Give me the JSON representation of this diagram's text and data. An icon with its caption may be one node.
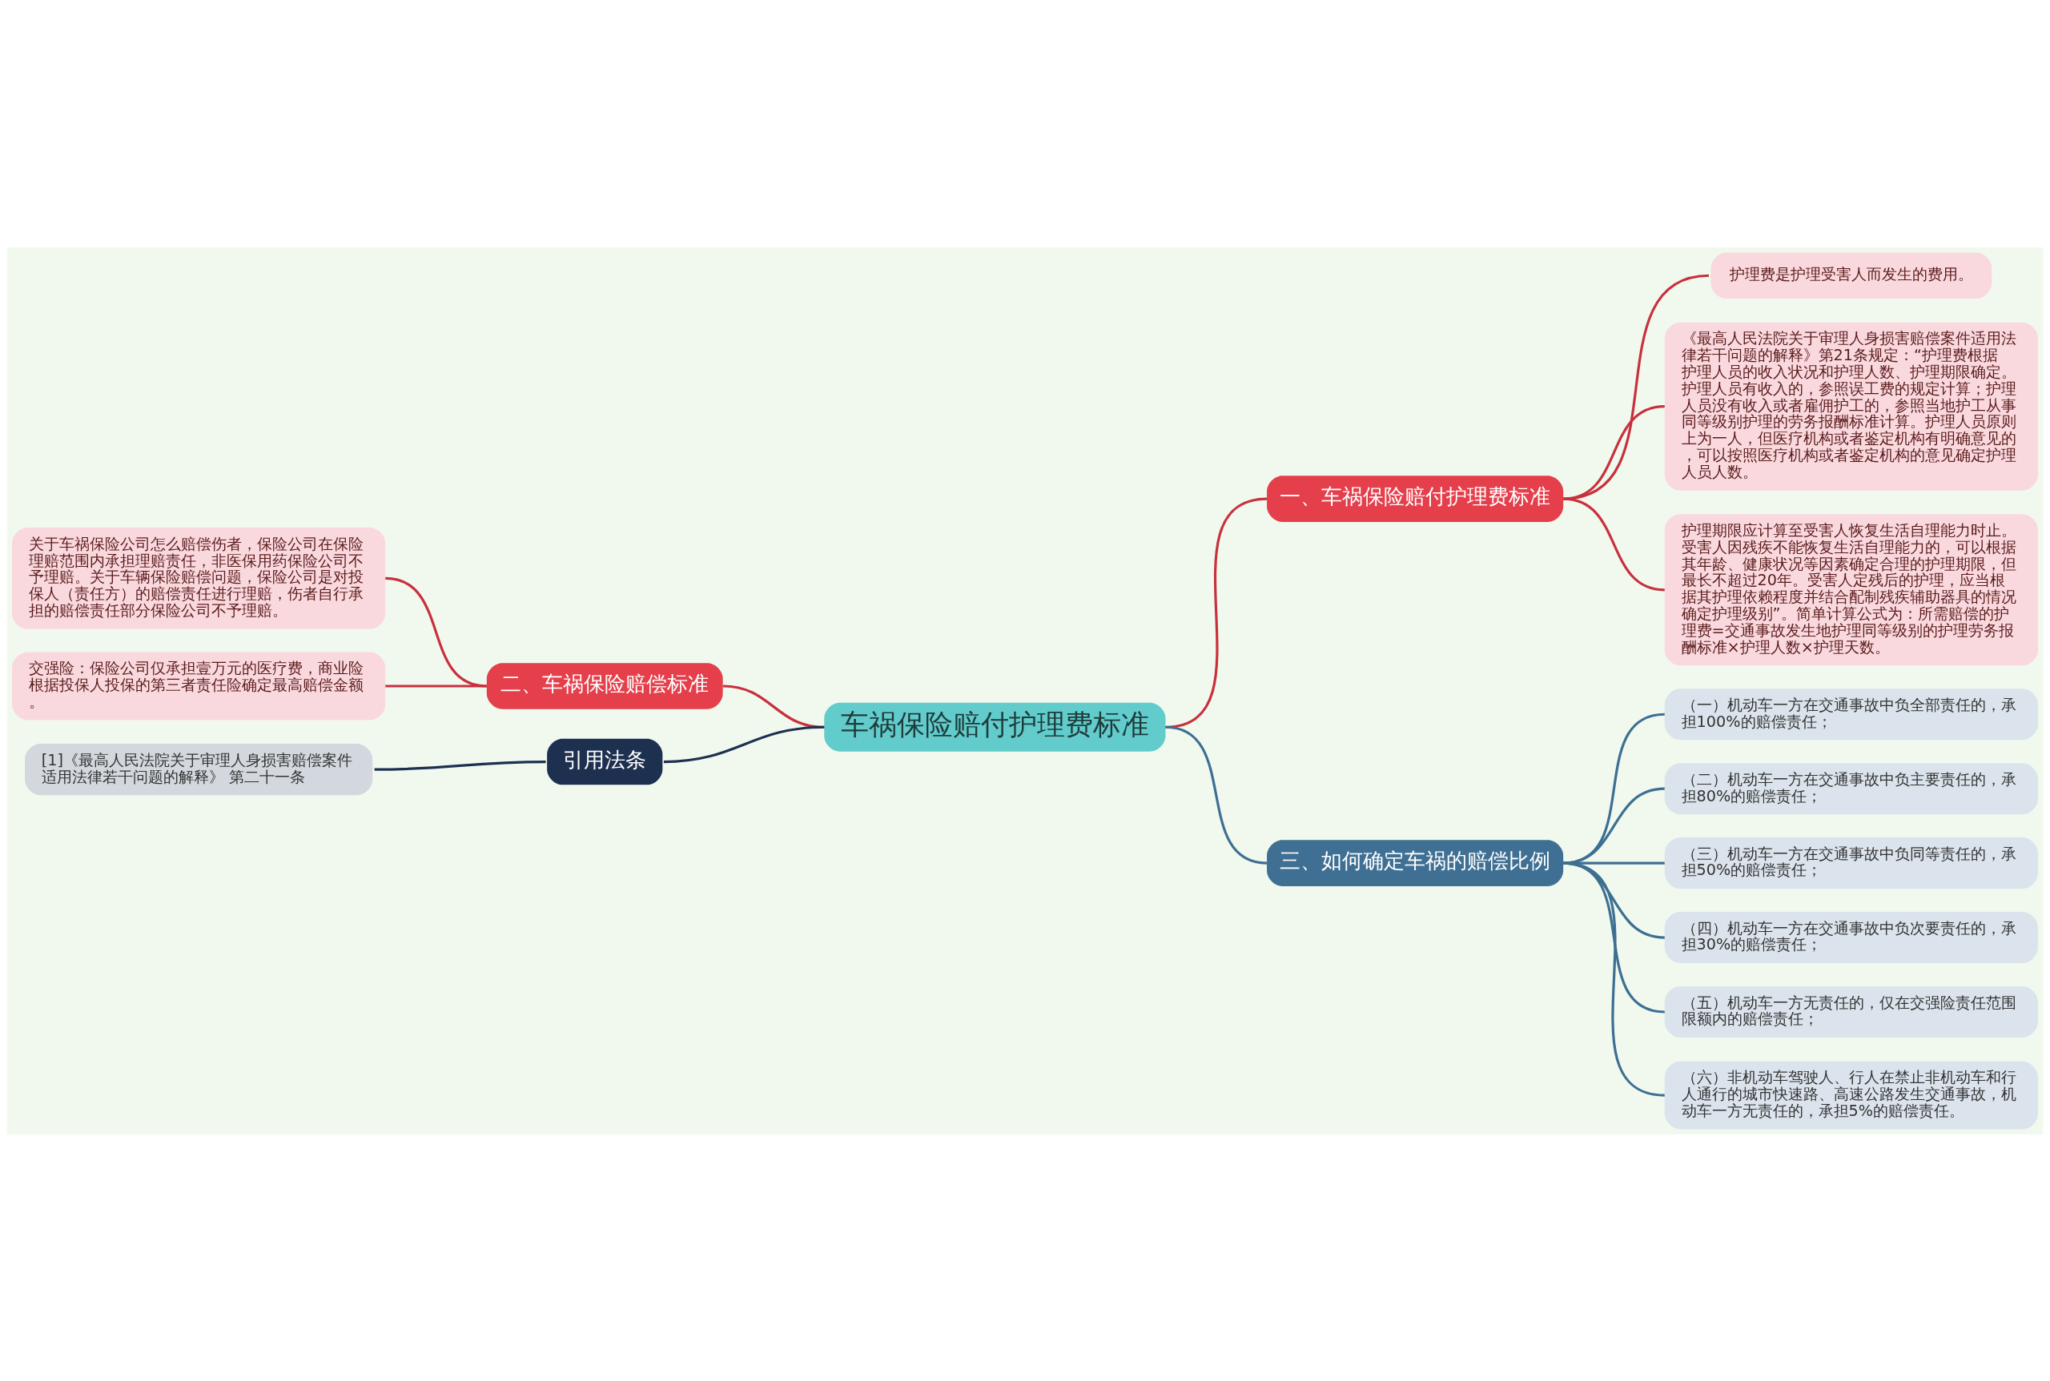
{
  "diagram": {
    "nodes": [
      {
        "text": [
          "车祸保险赔付护理费标准"
        ]
      },
      {
        "text": [
          "一、车祸保险赔付护理费标准"
        ]
      },
      {
        "text": [
          "护理费是护理受害人而发生的费用。"
        ]
      },
      {
        "text": [
          "《最高人民法院关于审理人身损害赔偿案件适用法律若干问题的解释》第21条规定：“护理费根据护理人员的收入状况和护理人数、护理期限确定。护理人员有收入的，参照误工费的规定计算；护理人员没有收入或者雇佣护工的，参照当地护工从事同等级别护理的劳务报酬标准计算。护理人员原则上为一人，但医疗机构或者鉴定机构有明确意见的，可以按照医疗机构或者鉴定机构的意见确定护理人员人数。"
        ]
      },
      {
        "text": [
          "护理期限应计算至受害人恢复生活自理能力时止。受害人因残疾不能恢复生活自理能力的，可以根据其年龄、健康状况等因素确定合理的护理期限，但最长不超过20年。受害人定残后的护理，应当根据其护理依赖程度并结合配制残疾辅助器具的情况确定护理级别”。简单计算公式为：所需赔偿的护理费=交通事故发生地护理同等级别的护理劳务报酬标准×护理人数×护理天数。"
        ]
      },
      {
        "text": [
          "二、车祸保险赔偿标准"
        ]
      },
      {
        "text": [
          "关于车祸保险公司怎么赔偿伤者，保险公司在保险理赔范围内承担理赔责任，非医保用药保险公司不予理赔。关于车辆保险赔偿问题，保险公司是对投保人（责任方）的赔偿责任进行理赔，伤者自行承担的赔偿责任部分保险公司不予理赔。"
        ]
      },
      {
        "text": [
          "交强险：保险公司仅承担壹万元的医疗费，商业险根据投保人投保的第三者责任险确定最高赔偿金额。"
        ]
      },
      {
        "text": [
          "引用法条"
        ]
      },
      {
        "text": [
          "[1]《最高人民法院关于审理人身损害赔偿案件适用法律若干问题的解释》 第二十一条"
        ]
      },
      {
        "text": [
          "三、如何确定车祸的赔偿比例"
        ]
      },
      {
        "text": [
          "（一）机动车一方在交通事故中负全部责任的，承担100%的赔偿责任；"
        ]
      },
      {
        "text": [
          "（二）机动车一方在交通事故中负主要责任的，承担80%的赔偿责任；"
        ]
      },
      {
        "text": [
          "（三）机动车一方在交通事故中负同等责任的，承担50%的赔偿责任；"
        ]
      },
      {
        "text": [
          "（四）机动车一方在交通事故中负次要责任的，承担30%的赔偿责任；"
        ]
      },
      {
        "text": [
          "（五）机动车一方无责任的，仅在交强险责任范围限额内的赔偿责任；"
        ]
      },
      {
        "text": [
          "（六）非机动车驾驶人、行人在禁止非机动车和行人通行的城市快速路、高速公路发生交通事故，机动车一方无责任的，承担5%的赔偿责任。"
        ]
      }
    ],
    "edges": [
      {
        "from": 0,
        "to": 1,
        "arrow": "none"
      },
      {
        "from": 1,
        "to": 2,
        "arrow": "none"
      },
      {
        "from": 1,
        "to": 3,
        "arrow": "none"
      },
      {
        "from": 1,
        "to": 4,
        "arrow": "none"
      },
      {
        "from": 0,
        "to": 5,
        "arrow": "none"
      },
      {
        "from": 5,
        "to": 6,
        "arrow": "none"
      },
      {
        "from": 5,
        "to": 7,
        "arrow": "none"
      },
      {
        "from": 0,
        "to": 8,
        "arrow": "none",
        "color": "#1e3050"
      },
      {
        "from": 8,
        "to": 9,
        "arrow": "none",
        "color": "#1e3050"
      },
      {
        "from": 0,
        "to": 10,
        "arrow": "none",
        "color": "#3d6f92"
      },
      {
        "from": 10,
        "to": 11,
        "arrow": "none",
        "color": "#3d6f92"
      },
      {
        "from": 10,
        "to": 12,
        "arrow": "none",
        "color": "#3d6f92"
      },
      {
        "from": 10,
        "to": 13,
        "arrow": "none",
        "color": "#3d6f92"
      },
      {
        "from": 10,
        "to": 14,
        "arrow": "none",
        "color": "#3d6f92"
      },
      {
        "from": 10,
        "to": 15,
        "arrow": "none",
        "color": "#3d6f92"
      },
      {
        "from": 10,
        "to": 16,
        "arrow": "none",
        "color": "#3d6f92"
      }
    ]
  }
}
